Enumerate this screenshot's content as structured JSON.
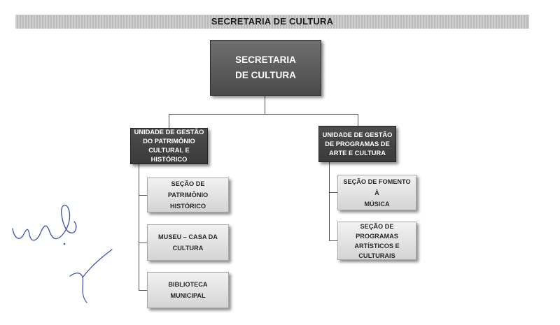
{
  "header": {
    "title": "SECRETARIA DE CULTURA"
  },
  "org_chart": {
    "root": {
      "label_line1": "SECRETARIA",
      "label_line2": "DE CULTURA"
    },
    "units": [
      {
        "lines": [
          "UNIDADE DE GESTÃO",
          "DO PATRIMÔNIO",
          "CULTURAL E HISTÓRICO"
        ],
        "sections": [
          {
            "lines": [
              "SEÇÃO DE PATRIMÔNIO",
              "HISTÓRICO"
            ]
          },
          {
            "lines": [
              "MUSEU – CASA DA",
              "CULTURA"
            ]
          },
          {
            "lines": [
              "BIBLIOTECA MUNICIPAL"
            ]
          }
        ]
      },
      {
        "lines": [
          "UNIDADE DE GESTÃO",
          "DE PROGRAMAS DE",
          "ARTE E CULTURA"
        ],
        "sections": [
          {
            "lines": [
              "SEÇÃO DE FOMENTO À",
              "MÚSICA"
            ]
          },
          {
            "lines": [
              "SEÇÃO DE PROGRAMAS",
              "ARTÍSTICOS E",
              "CULTURAIS"
            ]
          }
        ]
      }
    ]
  }
}
